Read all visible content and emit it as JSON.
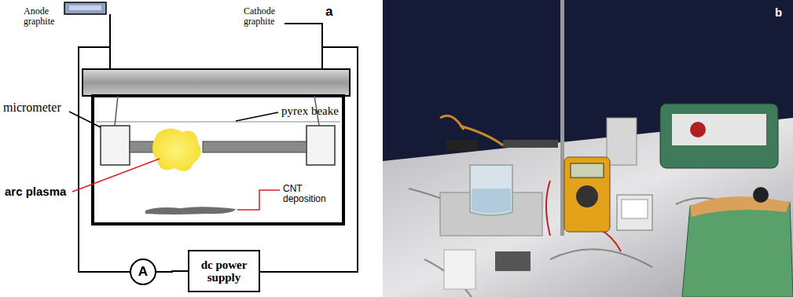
{
  "diagram": {
    "nodes": [
      {
        "text": [
          "A"
        ]
      },
      {
        "text": [
          "dc power supply"
        ]
      }
    ],
    "edges": [
      {
        "from": 0,
        "to": 1,
        "arrow": "none"
      }
    ],
    "labels": [
      "a",
      "Anode graphite",
      "Cathode graphite",
      "micrometer",
      "pyrex beake",
      "arc plasma",
      "CNT deposition",
      "b"
    ]
  }
}
